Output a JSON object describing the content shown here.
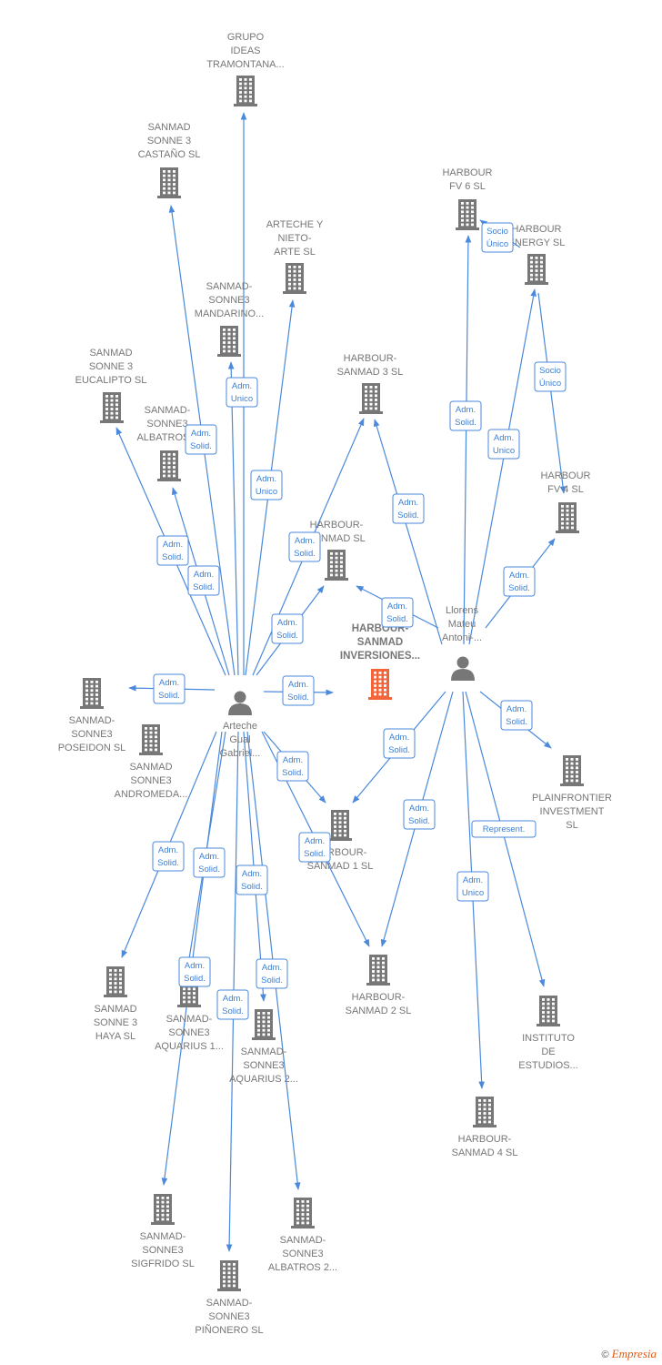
{
  "colors": {
    "edge": "#4a89dc",
    "building": "#777777",
    "main_building": "#f2643a",
    "person": "#777777",
    "role_text": "#3b7fd4"
  },
  "nodes": [
    {
      "id": "grupo_ideas",
      "type": "company",
      "label": [
        "GRUPO",
        "IDEAS",
        "TRAMONTANA..."
      ]
    },
    {
      "id": "castano",
      "type": "company",
      "label": [
        "SANMAD",
        "SONNE 3",
        "CASTAÑO SL"
      ]
    },
    {
      "id": "arteche_nieto",
      "type": "company",
      "label": [
        "ARTECHE Y",
        "NIETO-",
        "ARTE SL"
      ]
    },
    {
      "id": "mandarino",
      "type": "company",
      "label": [
        "SANMAD-",
        "SONNE3",
        "MANDARINO..."
      ]
    },
    {
      "id": "eucalipto",
      "type": "company",
      "label": [
        "SANMAD",
        "SONNE 3",
        "EUCALIPTO SL"
      ]
    },
    {
      "id": "albatros",
      "type": "company",
      "label": [
        "SANMAD-",
        "SONNE3",
        "ALBATROS..."
      ]
    },
    {
      "id": "harbour3",
      "type": "company",
      "label": [
        "HARBOUR-",
        "SANMAD 3 SL"
      ]
    },
    {
      "id": "fv6",
      "type": "company",
      "label": [
        "HARBOUR",
        "FV 6 SL"
      ]
    },
    {
      "id": "energy",
      "type": "company",
      "label": [
        "HARBOUR",
        "ENERGY SL"
      ]
    },
    {
      "id": "fv4",
      "type": "company",
      "label": [
        "HARBOUR",
        "FV 4 SL"
      ]
    },
    {
      "id": "harbour_mad",
      "type": "company",
      "label": [
        "HARBOUR-",
        "SANMAD SL"
      ]
    },
    {
      "id": "main",
      "type": "company_main",
      "label": [
        "HARBOUR-",
        "SANMAD",
        "INVERSIONES..."
      ]
    },
    {
      "id": "poseidon",
      "type": "company",
      "label": [
        "SANMAD-",
        "SONNE3",
        "POSEIDON SL"
      ]
    },
    {
      "id": "andromeda",
      "type": "company",
      "label": [
        "SANMAD",
        "SONNE3",
        "ANDROMEDA..."
      ]
    },
    {
      "id": "arteche",
      "type": "person",
      "label": [
        "Arteche",
        "Gual",
        "Gabriel..."
      ]
    },
    {
      "id": "llorens",
      "type": "person",
      "label": [
        "Llorens",
        "Mateu",
        "Antoni-..."
      ]
    },
    {
      "id": "plainfrontier",
      "type": "company",
      "label": [
        "PLAINFRONTIER",
        "INVESTMENT",
        "SL"
      ]
    },
    {
      "id": "harbour1",
      "type": "company",
      "label": [
        "HARBOUR-",
        "SANMAD 1 SL"
      ]
    },
    {
      "id": "harbour2",
      "type": "company",
      "label": [
        "HARBOUR-",
        "SANMAD 2 SL"
      ]
    },
    {
      "id": "haya",
      "type": "company",
      "label": [
        "SANMAD",
        "SONNE 3",
        "HAYA SL"
      ]
    },
    {
      "id": "aquarius1",
      "type": "company",
      "label": [
        "SANMAD-",
        "SONNE3",
        "AQUARIUS 1..."
      ]
    },
    {
      "id": "aquarius2",
      "type": "company",
      "label": [
        "SANMAD-",
        "SONNE3",
        "AQUARIUS 2..."
      ]
    },
    {
      "id": "instituto",
      "type": "company",
      "label": [
        "INSTITUTO",
        "DE",
        "ESTUDIOS..."
      ]
    },
    {
      "id": "harbour4",
      "type": "company",
      "label": [
        "HARBOUR-",
        "SANMAD 4 SL"
      ]
    },
    {
      "id": "sigfrido",
      "type": "company",
      "label": [
        "SANMAD-",
        "SONNE3",
        "SIGFRIDO SL"
      ]
    },
    {
      "id": "albatros2",
      "type": "company",
      "label": [
        "SANMAD-",
        "SONNE3",
        "ALBATROS 2..."
      ]
    },
    {
      "id": "pinonero",
      "type": "company",
      "label": [
        "SANMAD-",
        "SONNE3",
        "PIÑONERO SL"
      ]
    }
  ],
  "edges": [
    {
      "from": "arteche",
      "to": "grupo_ideas",
      "role": ""
    },
    {
      "from": "arteche",
      "to": "castano",
      "role": "Adm. Solid."
    },
    {
      "from": "arteche",
      "to": "arteche_nieto",
      "role": "Adm. Unico"
    },
    {
      "from": "arteche",
      "to": "mandarino",
      "role": "Adm. Unico"
    },
    {
      "from": "arteche",
      "to": "eucalipto",
      "role": "Adm. Solid."
    },
    {
      "from": "arteche",
      "to": "albatros",
      "role": "Adm. Solid."
    },
    {
      "from": "arteche",
      "to": "harbour3",
      "role": "Adm. Solid."
    },
    {
      "from": "arteche",
      "to": "harbour_mad",
      "role": "Adm. Solid."
    },
    {
      "from": "arteche",
      "to": "main",
      "role": "Adm. Solid."
    },
    {
      "from": "arteche",
      "to": "poseidon",
      "role": "Adm. Solid."
    },
    {
      "from": "arteche",
      "to": "harbour1",
      "role": "Adm. Solid."
    },
    {
      "from": "arteche",
      "to": "harbour2",
      "role": "Adm. Solid."
    },
    {
      "from": "arteche",
      "to": "haya",
      "role": "Adm. Solid."
    },
    {
      "from": "arteche",
      "to": "aquarius1",
      "role": "Adm. Solid."
    },
    {
      "from": "arteche",
      "to": "aquarius2",
      "role": "Adm. Solid."
    },
    {
      "from": "arteche",
      "to": "sigfrido",
      "role": "Adm. Solid."
    },
    {
      "from": "arteche",
      "to": "albatros2",
      "role": "Adm. Solid."
    },
    {
      "from": "arteche",
      "to": "pinonero",
      "role": "Adm. Solid."
    },
    {
      "from": "llorens",
      "to": "harbour3",
      "role": "Adm. Solid."
    },
    {
      "from": "llorens",
      "to": "fv6",
      "role": "Adm. Solid."
    },
    {
      "from": "llorens",
      "to": "energy",
      "role": "Adm. Unico"
    },
    {
      "from": "llorens",
      "to": "fv4",
      "role": "Adm. Solid."
    },
    {
      "from": "llorens",
      "to": "harbour_mad",
      "role": "Adm. Solid."
    },
    {
      "from": "llorens",
      "to": "harbour1",
      "role": "Adm. Solid."
    },
    {
      "from": "llorens",
      "to": "harbour2",
      "role": "Adm. Solid."
    },
    {
      "from": "llorens",
      "to": "plainfrontier",
      "role": "Adm. Solid."
    },
    {
      "from": "llorens",
      "to": "instituto",
      "role": "Represent."
    },
    {
      "from": "llorens",
      "to": "harbour4",
      "role": "Adm. Unico"
    },
    {
      "from": "energy",
      "to": "fv6",
      "role": "Socio Único"
    },
    {
      "from": "energy",
      "to": "fv4",
      "role": "Socio Único"
    }
  ],
  "footer": {
    "copyright": "©",
    "brand": "Empresia"
  }
}
